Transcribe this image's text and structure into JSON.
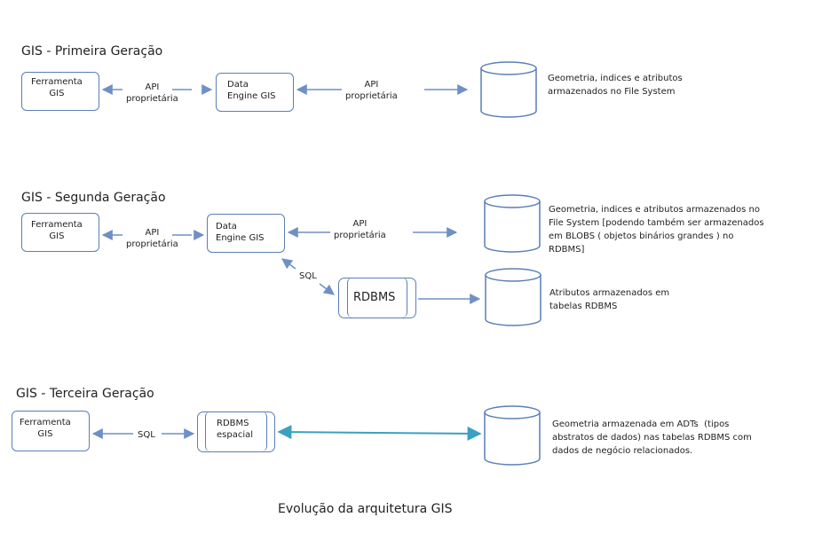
{
  "gen1": {
    "title": "GIS - Primeira Geração",
    "tool": "Ferramenta\nGIS",
    "api_left": "API\nproprietária",
    "engine": "Data\nEngine GIS",
    "api_right": "API\nproprietária",
    "storage_desc": "Geometria, indices e atributos\narmazenados no File System"
  },
  "gen2": {
    "title": "GIS - Segunda Geração",
    "tool": "Ferramenta\nGIS",
    "api_left": "API\nproprietária",
    "engine": "Data\nEngine GIS",
    "api_right": "API\nproprietária",
    "storage_desc": "Geometria, indices e atributos armazenados no\nFile System [podendo também ser armazenados\nem BLOBS ( objetos binários grandes ) no\nRDBMS]",
    "sql": "SQL",
    "rdbms": "RDBMS",
    "rdbms_desc": "Atributos armazenados em\ntabelas RDBMS"
  },
  "gen3": {
    "title": "GIS - Terceira Geração",
    "tool": "Ferramenta\nGIS",
    "sql": "SQL",
    "rdbms": "RDBMS\nespacial",
    "storage_desc": "Geometria armazenada em ADTs  (tipos\nabstratos de dados) nas tabelas RDBMS com\ndados de negócio relacionados."
  },
  "caption": "Evolução da arquitetura GIS",
  "colors": {
    "box_border": "#5a7fb6",
    "arrow": "#6f90c4",
    "arrow_teal": "#3aa0c0",
    "cylinder": "#5a7fb6"
  }
}
